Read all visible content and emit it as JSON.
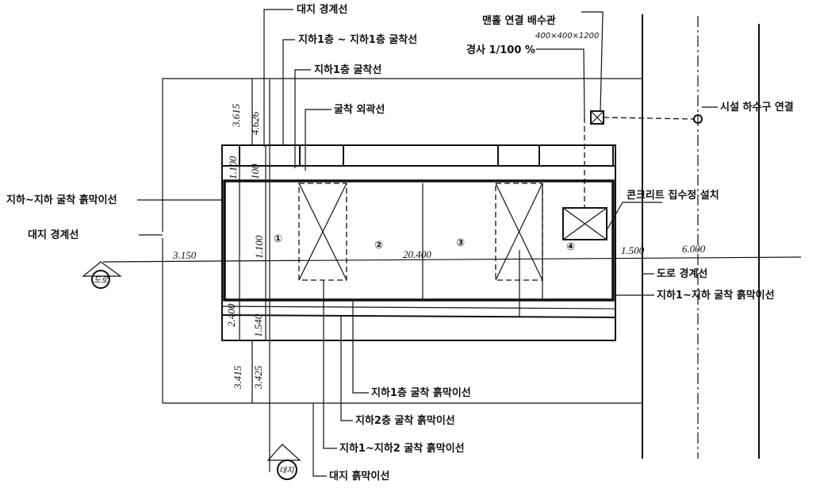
{
  "labels": {
    "l_boundary_top": "대지 경계선",
    "l_b1_exc_top": "지하1층 ~ 지하1층 굴착선",
    "l_b1_exc": "지하1층 굴착선",
    "l_exc_line": "굴착 외곽선",
    "l_sheeting_left": "지하~지하 굴착 흙막이선",
    "l_boundary_left": "대지 경계선",
    "l_road_bound": "도로 경계선",
    "l_sheeting_right": "지하1~지하 굴착 흙막이선",
    "l_sheeting_b1": "지하1층 굴착 흙막이선",
    "l_sheeting_b2": "지하2층 굴착 흙막이선",
    "l_sheeting_b3": "지하1~지하2 굴착 흙막이선",
    "l_boundary_bottom": "대지 흙막이선",
    "l_manhole": "맨홀 연결 배수관",
    "l_pipe_dim": "400×400×1200",
    "l_pipe_slope": "경사 1/100 %",
    "l_public_sewer": "시설 하수구 연결",
    "l_catch_basin": "콘크리트 집수정 설치"
  },
  "dims": {
    "d_3615": "3.615",
    "d_4626": "4.626",
    "d_100a": "1.100",
    "d_100b": "100",
    "d_1100": "1.100",
    "d_3150": "3.150",
    "d_20400": "20.400",
    "d_1500": "1.500",
    "d_6000": "6.000",
    "d_2400": "2.400",
    "d_1540": "1.540",
    "d_3415": "3.415",
    "d_3425": "3.425"
  },
  "zones": {
    "z1": "①",
    "z2": "②",
    "z3": "③",
    "z4": "④"
  },
  "markers": {
    "m_top": "도로",
    "m_bottom": "대지"
  }
}
